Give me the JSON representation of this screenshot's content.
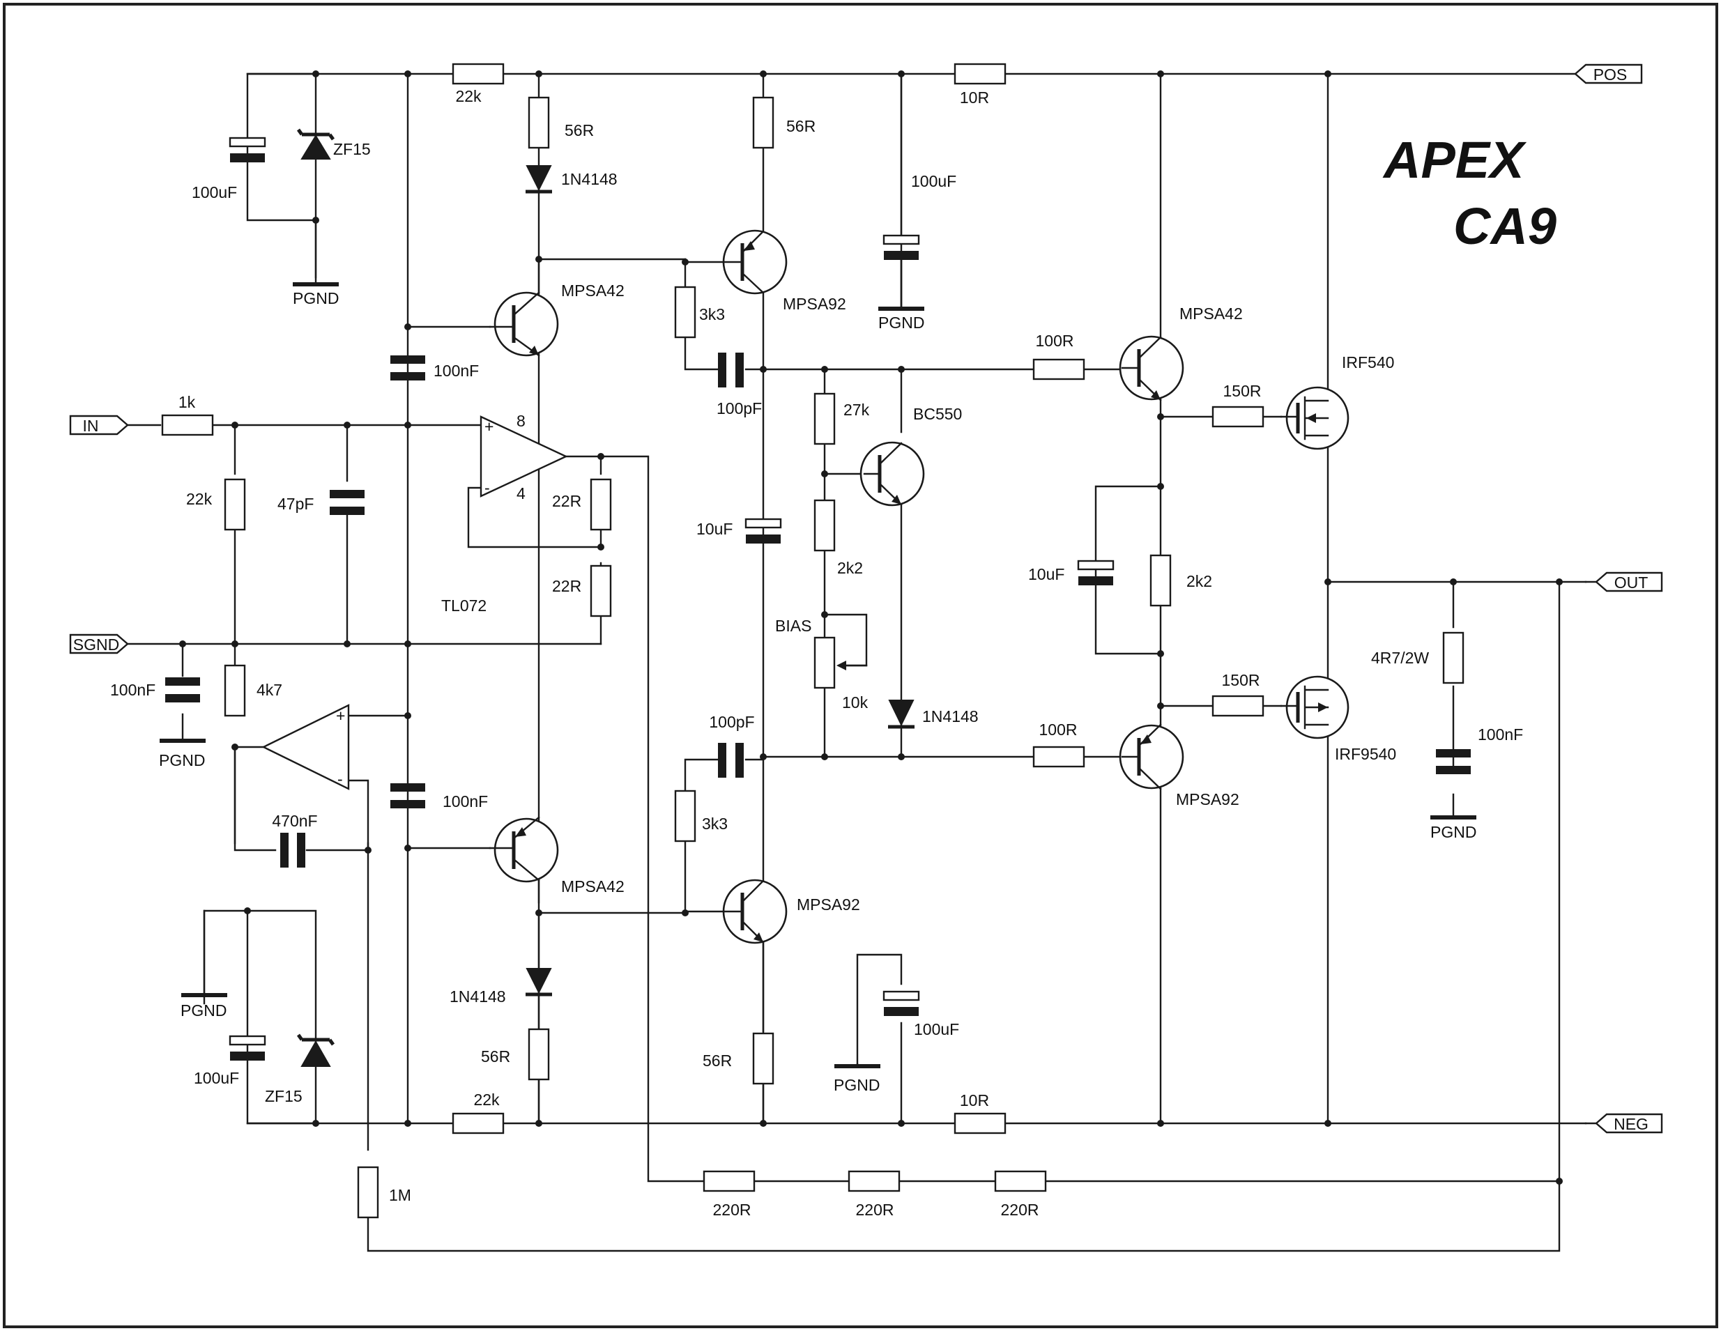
{
  "brand": {
    "logo_text": "APEX",
    "model": "CA9"
  },
  "ports": {
    "pos": "POS",
    "neg": "NEG",
    "in": "IN",
    "out": "OUT",
    "sgnd": "SGND"
  },
  "ic": {
    "name": "TL072",
    "pin_plus": "+",
    "pin_minus": "-",
    "pin8": "8",
    "pin4": "4",
    "servo_plus": "+",
    "servo_minus": "-"
  },
  "grounds": {
    "pgnd": "PGND"
  },
  "resistors": {
    "r_22k_top": "22k",
    "r_56r_tl": "56R",
    "r_56r_tm": "56R",
    "r_10r_top": "10R",
    "r_3k3_top": "3k3",
    "r_1k": "1k",
    "r_22k_in": "22k",
    "r_22r_a": "22R",
    "r_22r_b": "22R",
    "r_4k7": "4k7",
    "r_27k": "27k",
    "r_2k2_bias": "2k2",
    "r_bias_pot": "10k",
    "r_100r_top": "100R",
    "r_150r_top": "150R",
    "r_2k2_out": "2k2",
    "r_150r_bot": "150R",
    "r_100r_bot": "100R",
    "r_3k3_bot": "3k3",
    "r_56r_bl": "56R",
    "r_56r_bm": "56R",
    "r_22k_bot": "22k",
    "r_10r_bot": "10R",
    "r_1m": "1M",
    "r_220r_a": "220R",
    "r_220r_b": "220R",
    "r_220r_c": "220R",
    "r_zobel": "4R7/2W"
  },
  "bias_label": "BIAS",
  "capacitors": {
    "c_100uf_tl": "100uF",
    "c_100uf_top": "100uF",
    "c_100nf_a": "100nF",
    "c_100pf_top": "100pF",
    "c_47pf": "47pF",
    "c_10uf_mid": "10uF",
    "c_100nf_sgnd": "100nF",
    "c_100nf_b": "100nF",
    "c_470nf": "470nF",
    "c_100pf_bot": "100pF",
    "c_10uf_out": "10uF",
    "c_100nf_zobel": "100nF",
    "c_100uf_bl": "100uF",
    "c_100uf_bot": "100uF"
  },
  "semis": {
    "zener_top": "ZF15",
    "zener_bot": "ZF15",
    "d_top": "1N4148",
    "d_bias": "1N4148",
    "d_bot": "1N4148",
    "q1": "MPSA42",
    "q2": "MPSA92",
    "q3": "MPSA42",
    "q4": "MPSA92",
    "q5": "MPSA42",
    "q6": "MPSA92",
    "q_bias": "BC550",
    "m_top": "IRF540",
    "m_bot": "IRF9540"
  }
}
